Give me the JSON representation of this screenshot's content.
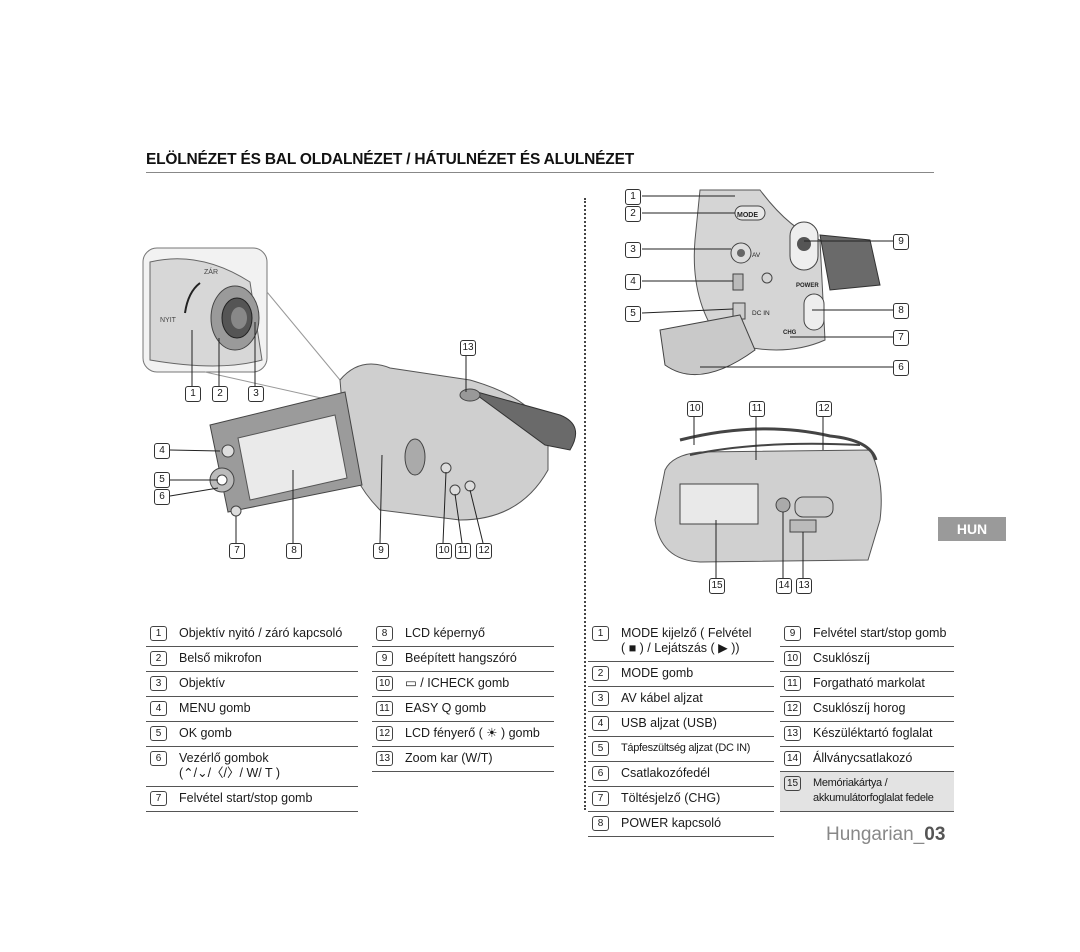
{
  "title": "ELÖLNÉZET ÉS BAL OLDALNÉZET / HÁTULNÉZET ÉS ALULNÉZET",
  "tab_label": "HUN",
  "footer": {
    "language": "Hungarian_",
    "page": "03"
  },
  "lens_labels": {
    "close": "ZÁR",
    "open": "NYIT"
  },
  "rear_labels": {
    "mode": "MODE",
    "av": "AV",
    "dcin": "DC IN",
    "power": "POWER",
    "chg": "CHG"
  },
  "front_callouts": [
    "1",
    "2",
    "3",
    "4",
    "5",
    "6",
    "7",
    "8",
    "9",
    "10",
    "11",
    "12",
    "13"
  ],
  "rear_callouts": [
    "1",
    "2",
    "3",
    "4",
    "5",
    "6",
    "7",
    "8",
    "9"
  ],
  "bottom_callouts": [
    "10",
    "11",
    "12",
    "13",
    "14",
    "15"
  ],
  "legend_front_col1": [
    {
      "num": "1",
      "text": "Objektív nyitó / záró kapcsoló"
    },
    {
      "num": "2",
      "text": "Belső mikrofon"
    },
    {
      "num": "3",
      "text": "Objektív"
    },
    {
      "num": "4",
      "text": "MENU gomb"
    },
    {
      "num": "5",
      "text": "OK gomb"
    },
    {
      "num": "6",
      "text": "Vezérlő gombok",
      "text2": "(⌃/⌄/〈/〉/ W/ T )"
    },
    {
      "num": "7",
      "text": "Felvétel start/stop gomb"
    }
  ],
  "legend_front_col2": [
    {
      "num": "8",
      "text": "LCD képernyő"
    },
    {
      "num": "9",
      "text": "Beépített hangszóró"
    },
    {
      "num": "10",
      "text": "▭ / ICHECK  gomb"
    },
    {
      "num": "11",
      "text": "EASY Q gomb"
    },
    {
      "num": "12",
      "text": "LCD fényerő ( ☀ ) gomb"
    },
    {
      "num": "13",
      "text": "Zoom kar (W/T)"
    }
  ],
  "legend_rear_col1": [
    {
      "num": "1",
      "text": "MODE kijelző ( Felvétel",
      "text2": "( ■ ) / Lejátszás ( ▶ ))"
    },
    {
      "num": "2",
      "text": "MODE gomb"
    },
    {
      "num": "3",
      "text": "AV kábel aljzat"
    },
    {
      "num": "4",
      "text": "USB aljzat (USB)"
    },
    {
      "num": "5",
      "text": "Tápfeszültség aljzat (DC IN)",
      "small": true
    },
    {
      "num": "6",
      "text": "Csatlakozófedél"
    },
    {
      "num": "7",
      "text": "Töltésjelző (CHG)"
    },
    {
      "num": "8",
      "text": "POWER kapcsoló"
    }
  ],
  "legend_rear_col2": [
    {
      "num": "9",
      "text": "Felvétel start/stop gomb"
    },
    {
      "num": "10",
      "text": "Csuklószíj"
    },
    {
      "num": "11",
      "text": "Forgatható markolat"
    },
    {
      "num": "12",
      "text": "Csuklószíj horog"
    },
    {
      "num": "13",
      "text": "Készüléktartó foglalat"
    },
    {
      "num": "14",
      "text": "Állványcsatlakozó"
    },
    {
      "num": "15",
      "text": "Memóriakártya /",
      "text2": "akkumulátorfoglalat fedele",
      "small": true
    }
  ]
}
